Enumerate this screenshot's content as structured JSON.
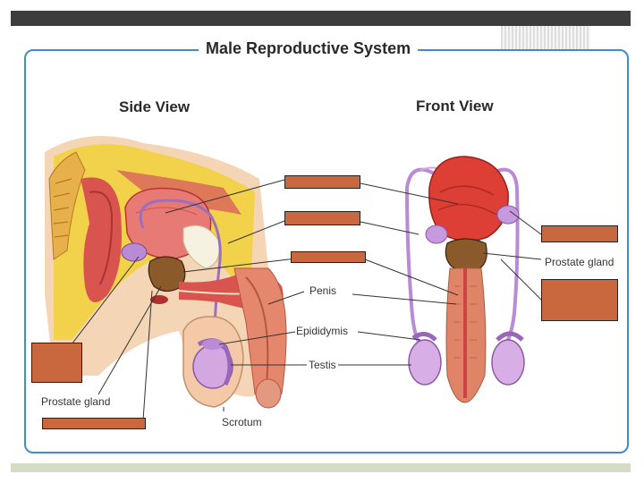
{
  "title": "Male Reproductive System",
  "views": {
    "side": "Side View",
    "front": "Front View"
  },
  "labels": {
    "prostate_gland_side": "Prostate gland",
    "prostate_gland_front": "Prostate gland",
    "penis": "Penis",
    "epididymis": "Epididymis",
    "testis": "Testis",
    "scrotum": "Scrotum"
  },
  "colors": {
    "frame_border": "#3e8fc8",
    "label_box_fill": "#c9683f",
    "top_bar": "#3d3d3d",
    "bottom_bar": "#d5dcc6",
    "prostate_highlight": "#8b5a2b"
  }
}
